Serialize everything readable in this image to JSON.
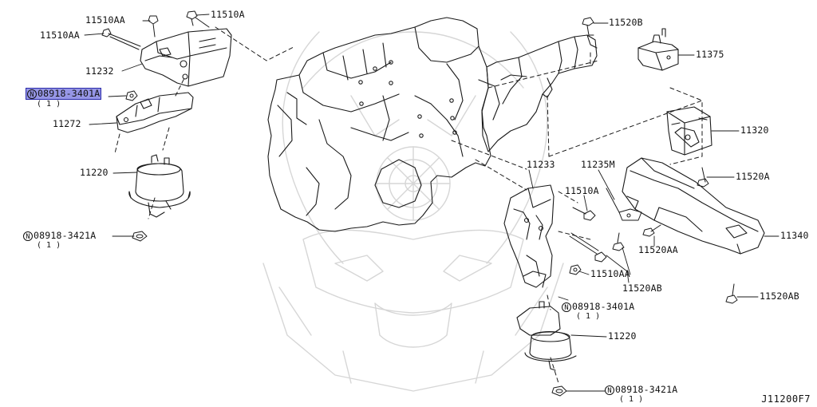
{
  "diagram": {
    "code": "J11200F7",
    "highlight_color": "#4a4ad4",
    "callouts": {
      "bolt_11510AA_top": "11510AA",
      "bolt_11510A_top": "11510A",
      "bolt_11510AA_left": "11510AA",
      "bracket_11232": "11232",
      "nut_08918_3401A_left": "08918-3401A",
      "nut_08918_3401A_left_qty": "( 1 )",
      "bracket_11272": "11272",
      "insulator_11220_left": "11220",
      "nut_08918_3421A_left": "08918-3421A",
      "nut_08918_3421A_left_qty": "( 1 )",
      "bolt_11520B": "11520B",
      "insulator_11375": "11375",
      "mount_11320": "11320",
      "bracket_11233": "11233",
      "bracket_11235M": "11235M",
      "bolt_11510A_right": "11510A",
      "bolt_11520A": "11520A",
      "member_11340": "11340",
      "bolt_11520AA": "11520AA",
      "bolt_11510AA_right": "11510AA",
      "bolt_11520AB_mid": "11520AB",
      "bolt_11520AB_right": "11520AB",
      "nut_08918_3401A_right": "08918-3401A",
      "nut_08918_3401A_right_qty": "( 1 )",
      "insulator_11220_right": "11220",
      "nut_08918_3421A_right": "08918-3421A",
      "nut_08918_3421A_right_qty": "( 1 )"
    },
    "n_marker": "N"
  }
}
